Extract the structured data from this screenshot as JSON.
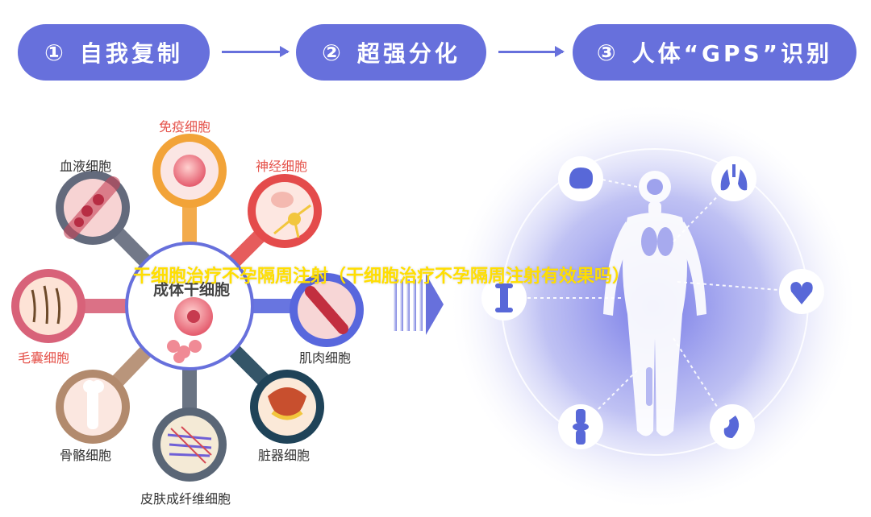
{
  "steps": [
    {
      "number": "①",
      "label": "自我复制"
    },
    {
      "number": "②",
      "label": "超强分化"
    },
    {
      "number": "③",
      "label": "人体“GPS”识别"
    }
  ],
  "center": {
    "label": "成体干细胞"
  },
  "cells": {
    "immune": "免疫细胞",
    "blood": "血液细胞",
    "nerve": "神经细胞",
    "muscle": "肌肉细胞",
    "hair": "毛囊细胞",
    "bone": "骨骼细胞",
    "skin": "皮肤成纤维细胞",
    "organ": "脏器细胞"
  },
  "overlay": {
    "watermark": "干细胞治疗不孕隔周注射（干细胞治疗不孕隔周注射有效果吗）"
  },
  "colors": {
    "primary": "#6770dc",
    "immune": "#f2a338",
    "nerve": "#e44b4b",
    "muscle": "#5867dd",
    "organ": "#1f4358",
    "skin": "#5a6676",
    "bone": "#b28a6d",
    "hair": "#d86279",
    "blood": "#636a7c"
  },
  "icons": [
    "brain-icon",
    "lungs-icon",
    "heart-icon",
    "stomach-icon",
    "knee-joint-icon",
    "bone-icon"
  ]
}
